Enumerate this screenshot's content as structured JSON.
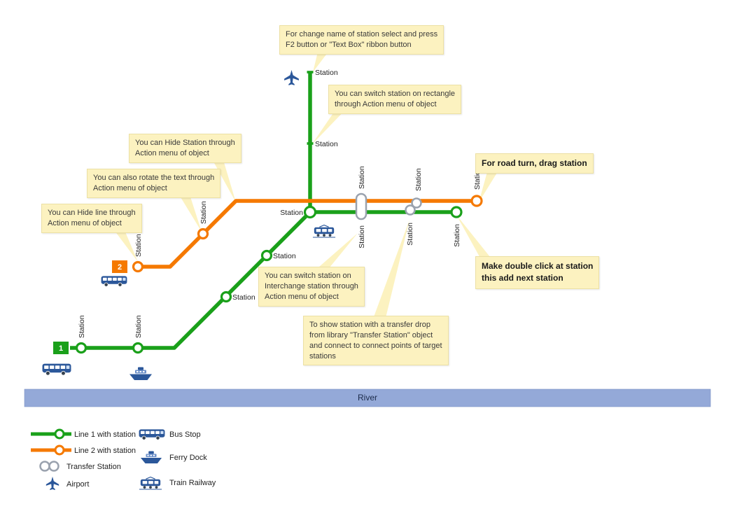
{
  "map": {
    "station_label": "Station",
    "river_label": "River",
    "line1_badge": "1",
    "line2_badge": "2",
    "colors": {
      "line1": "#1aa01a",
      "line2": "#f57900",
      "callout_bg": "#fcf2c0",
      "river": "#94a9d8",
      "icon_blue": "#2b579a",
      "transfer_stroke": "#9aa2ae"
    }
  },
  "callouts": {
    "rename_station": {
      "text": "For change name of station select and press\nF2 button or \"Text Box\" ribbon button"
    },
    "switch_rectangle": {
      "text": "You can switch station on rectangle\nthrough Action menu of object"
    },
    "hide_station": {
      "text": "You can Hide Station through\nAction menu of object"
    },
    "rotate_text": {
      "text": "You can also rotate the text through\nAction menu of object"
    },
    "hide_line": {
      "text": "You can Hide line through\nAction menu of object"
    },
    "switch_interchange": {
      "text": "You can switch station on\nInterchange station through\nAction menu of object"
    },
    "transfer_drop": {
      "text": "To show station with a transfer drop\nfrom library  \"Transfer Station\" object\nand connect to connect points of target\nstations"
    },
    "road_turn": {
      "text": "For road turn, drag station"
    },
    "double_click": {
      "text": "Make double click at station\nthis add next station"
    }
  },
  "legend": {
    "line1": "Line 1 with station",
    "line2": "Line 2 with station",
    "transfer": "Transfer Station",
    "airport": "Airport",
    "bus": "Bus Stop",
    "ferry": "Ferry Dock",
    "train": "Train Railway"
  }
}
